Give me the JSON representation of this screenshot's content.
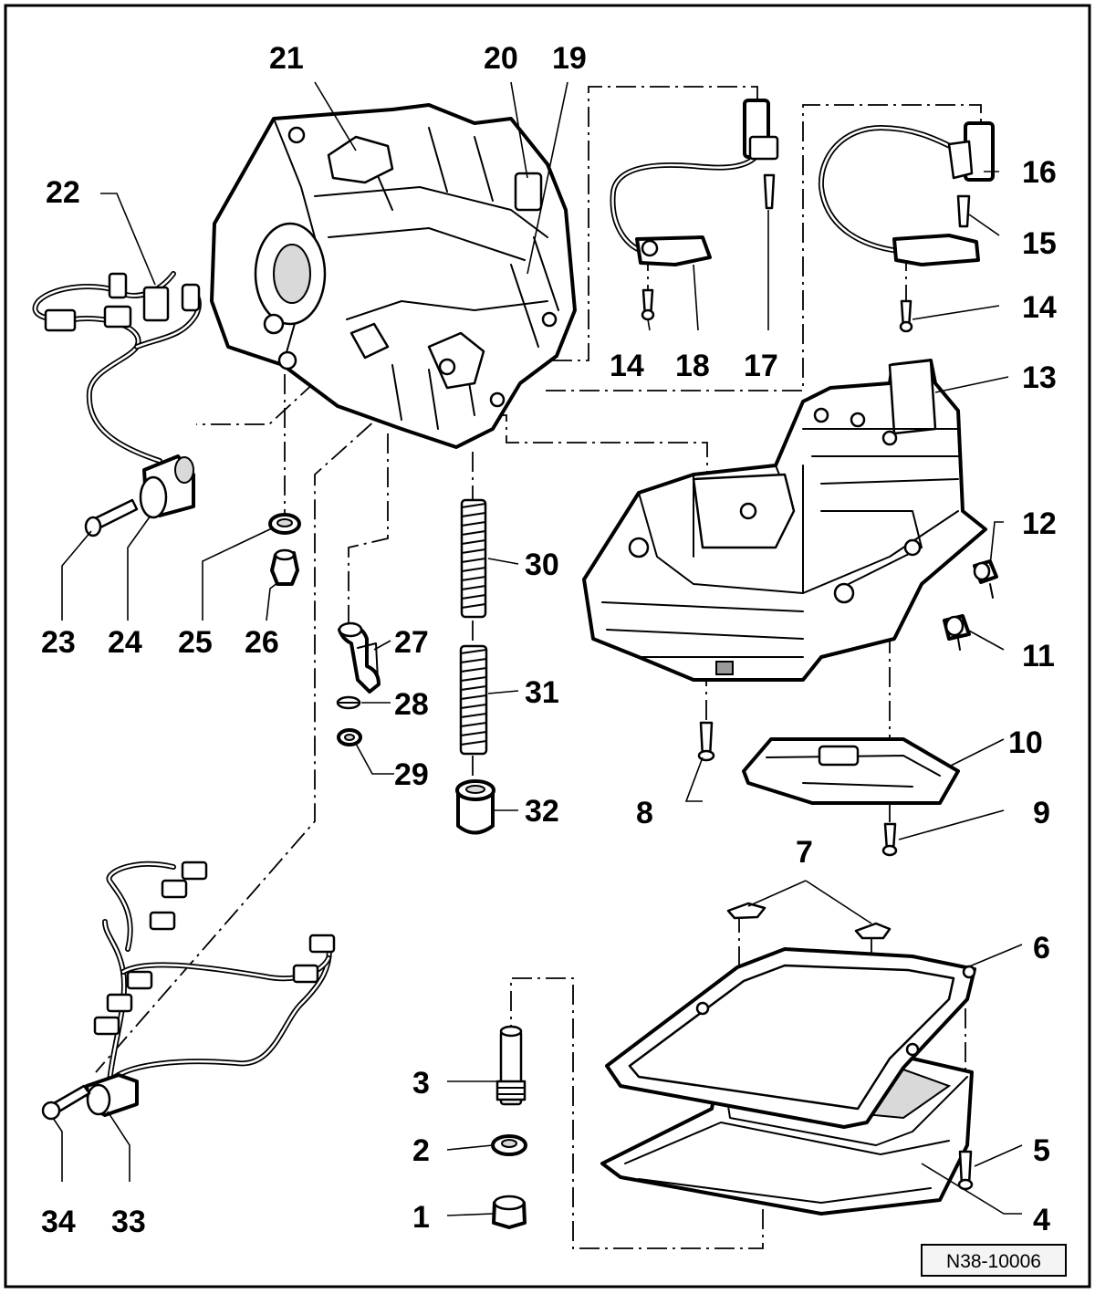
{
  "figure_ref": "N38-10006",
  "callouts": {
    "c1": "1",
    "c2": "2",
    "c3": "3",
    "c4": "4",
    "c5": "5",
    "c6": "6",
    "c7": "7",
    "c8": "8",
    "c9": "9",
    "c10": "10",
    "c11": "11",
    "c12": "12",
    "c13": "13",
    "c14a": "14",
    "c14b": "14",
    "c15": "15",
    "c16": "16",
    "c17": "17",
    "c18": "18",
    "c19": "19",
    "c20": "20",
    "c21": "21",
    "c22": "22",
    "c23": "23",
    "c24": "24",
    "c25": "25",
    "c26": "26",
    "c27": "27",
    "c28": "28",
    "c29": "29",
    "c30": "30",
    "c31": "31",
    "c32": "32",
    "c33": "33",
    "c34": "34"
  }
}
